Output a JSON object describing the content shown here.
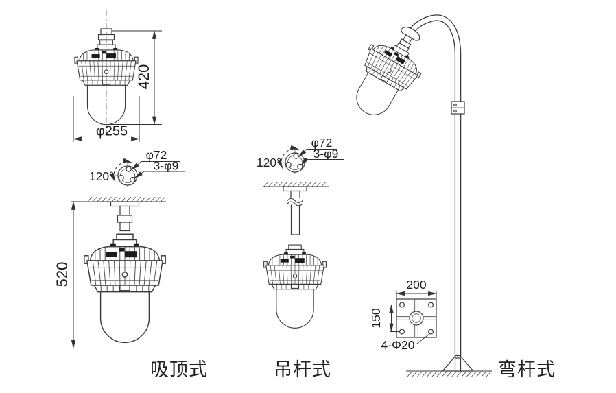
{
  "colors": {
    "line": "#3a3a3a",
    "background": "#ffffff",
    "text": "#1d1d1d"
  },
  "front_view": {
    "height_dim": "420",
    "diameter_dim": "φ255"
  },
  "mount_detail_left": {
    "angle": "120°",
    "bolt_circle_dia": "φ72",
    "holes": "3-φ9"
  },
  "ceiling_view": {
    "height_dim": "520",
    "caption": "吸顶式"
  },
  "mount_detail_mid": {
    "angle": "120°",
    "bolt_circle_dia": "φ72",
    "holes": "3-φ9"
  },
  "rod_view": {
    "caption": "吊杆式"
  },
  "pole_view": {
    "caption": "弯杆式"
  },
  "base_plate": {
    "width_dim": "200",
    "hole_spacing_dim": "150",
    "holes_dim": "4-Φ20"
  }
}
